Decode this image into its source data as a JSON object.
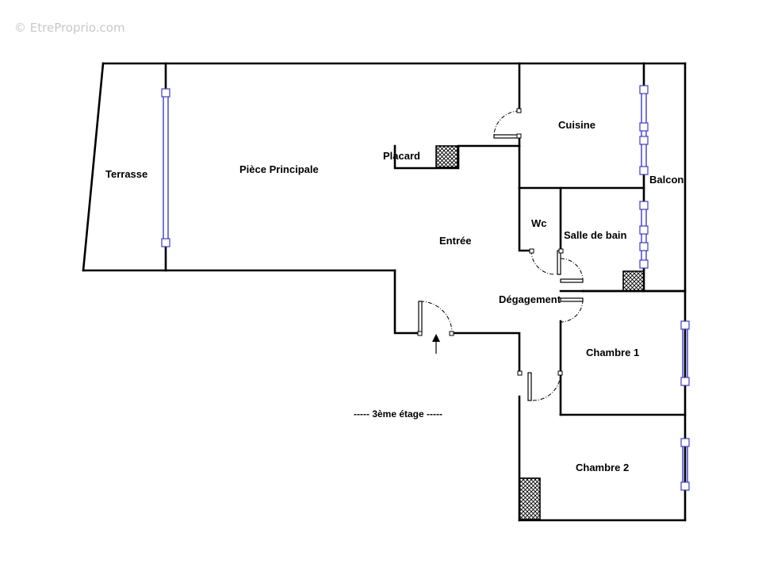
{
  "watermark": "© EtreProprio.com",
  "rooms": {
    "terrasse": "Terrasse",
    "piece_principale": "Pièce Principale",
    "placard": "Placard",
    "cuisine": "Cuisine",
    "balcon": "Balcon",
    "wc": "Wc",
    "salle_de_bain": "Salle de bain",
    "entree": "Entrée",
    "degagement": "Dégagement",
    "chambre_1": "Chambre 1",
    "chambre_2": "Chambre 2"
  },
  "floor_label": "----- 3ème étage -----",
  "colors": {
    "wall": "#000000",
    "window": "#3b3bd6",
    "watermark": "#c8c8c8"
  }
}
